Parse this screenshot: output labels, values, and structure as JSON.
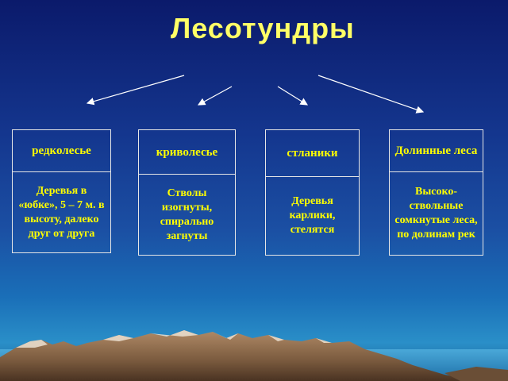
{
  "title": "Лесотундры",
  "categories": [
    {
      "heading": "редколесье",
      "description": "Деревья в «юбке», 5 – 7 м. в высоту, далеко друг от друга"
    },
    {
      "heading": "криволесье",
      "description": "Стволы изогнуты, спирально загнуты"
    },
    {
      "heading": "стланики",
      "description": "Деревья карлики, стелятся"
    },
    {
      "heading": "Долинные леса",
      "description": "Высоко-ствольные сомкнутые леса, по долинам рек"
    }
  ],
  "colors": {
    "title": "#ffff66",
    "box_text": "#ffff00",
    "border": "#e6e6e6",
    "background_top": "#0b1a6b"
  }
}
